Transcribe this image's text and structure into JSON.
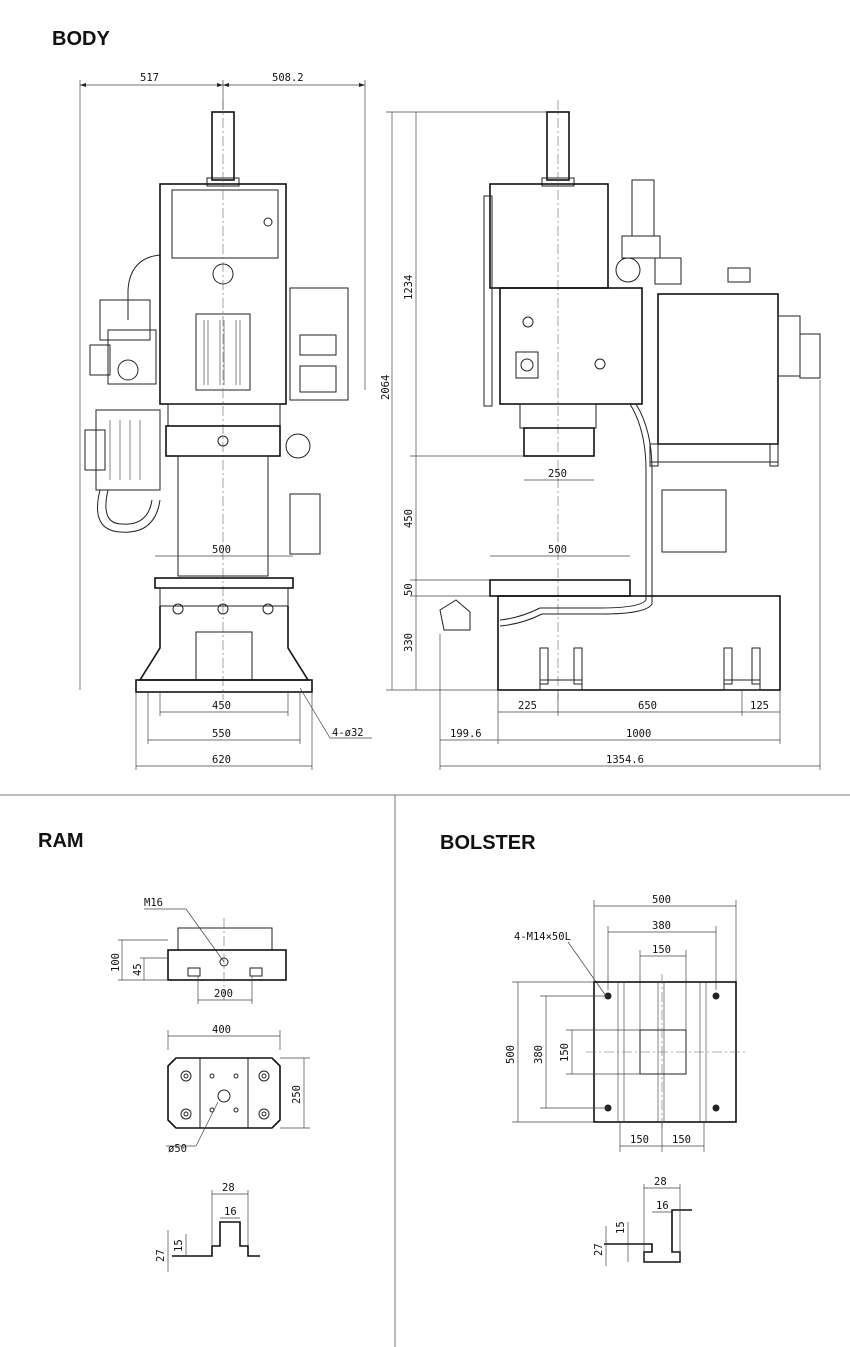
{
  "sections": {
    "body": "BODY",
    "ram": "RAM",
    "bolster": "BOLSTER"
  },
  "body_dims": {
    "front_left": "517",
    "front_right": "508.2",
    "ram_width": "500",
    "base_inner": "450",
    "base_mid": "550",
    "base_outer": "620",
    "anchor_holes": "4-ø32",
    "height_upper": "1234",
    "height_total": "2064",
    "daylight": "450",
    "bolster_thk": "50",
    "bed_height": "330",
    "ram_depth": "250",
    "bolster_depth": "500",
    "side_offset": "199.6",
    "side_a": "225",
    "side_b": "650",
    "side_c": "125",
    "side_mid": "1000",
    "side_total": "1354.6"
  },
  "ram_dims": {
    "thread": "M16",
    "height_total": "100",
    "height_part": "45",
    "slot_width": "200",
    "plate_width": "400",
    "plate_depth": "250",
    "bore": "ø50",
    "tslot_top": "28",
    "tslot_neck": "16",
    "tslot_h1": "15",
    "tslot_h2": "27"
  },
  "bolster_dims": {
    "width": "500",
    "hole_pitch": "380",
    "center_w": "150",
    "tapped": "4-M14×50L",
    "depth": "500",
    "hole_pitch_v": "380",
    "center_h": "150",
    "half_a": "150",
    "half_b": "150",
    "tslot_top": "28",
    "tslot_neck": "16",
    "tslot_h1": "15",
    "tslot_h2": "27"
  }
}
